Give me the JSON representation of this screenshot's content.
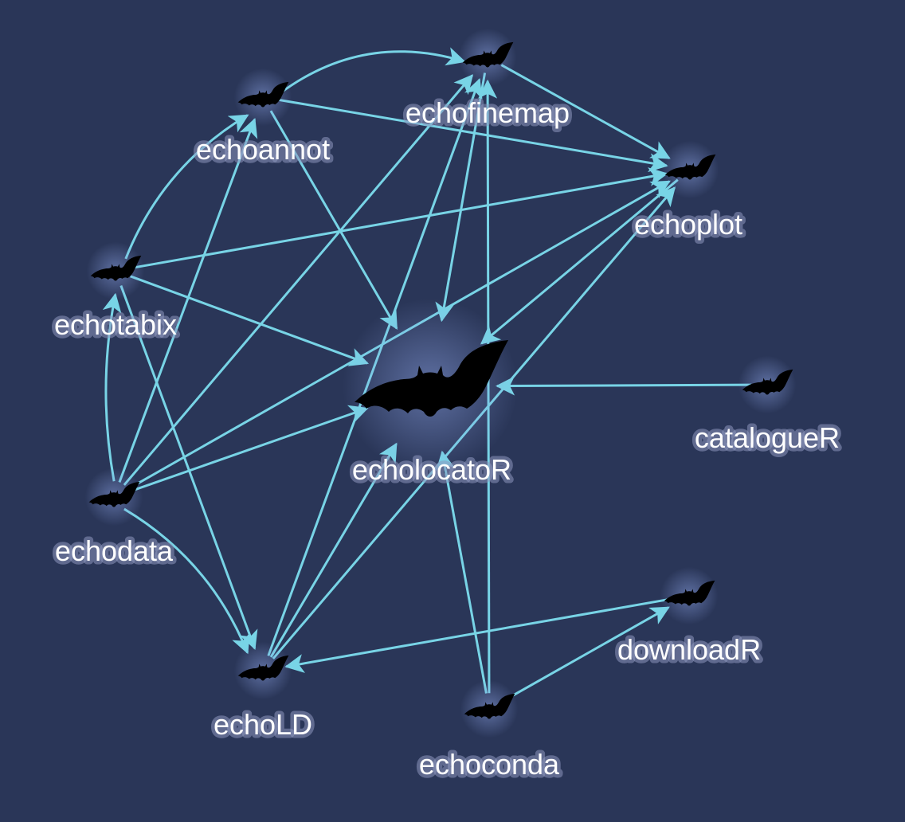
{
  "graph": {
    "background": "#2a3658",
    "edge_color": "#78d4e6",
    "node_glow_color": "#8aa0e0",
    "label_color": "#ffffff",
    "label_halo_color": "#8c96be",
    "node_icon": "bat-icon",
    "nodes": [
      {
        "id": "echolocatoR",
        "label": "echolocatoR"
      },
      {
        "id": "echoannot",
        "label": "echoannot"
      },
      {
        "id": "echofinemap",
        "label": "echofinemap"
      },
      {
        "id": "echoplot",
        "label": "echoplot"
      },
      {
        "id": "echotabix",
        "label": "echotabix"
      },
      {
        "id": "echodata",
        "label": "echodata"
      },
      {
        "id": "echoLD",
        "label": "echoLD"
      },
      {
        "id": "echoconda",
        "label": "echoconda"
      },
      {
        "id": "downloadR",
        "label": "downloadR"
      },
      {
        "id": "catalogueR",
        "label": "catalogueR"
      }
    ],
    "edges": [
      {
        "from": "echoannot",
        "to": "echofinemap"
      },
      {
        "from": "echoannot",
        "to": "echoplot"
      },
      {
        "from": "echoannot",
        "to": "echolocatoR"
      },
      {
        "from": "echotabix",
        "to": "echoannot"
      },
      {
        "from": "echotabix",
        "to": "echoplot"
      },
      {
        "from": "echotabix",
        "to": "echolocatoR"
      },
      {
        "from": "echotabix",
        "to": "echoLD"
      },
      {
        "from": "echodata",
        "to": "echoannot"
      },
      {
        "from": "echodata",
        "to": "echofinemap"
      },
      {
        "from": "echodata",
        "to": "echotabix"
      },
      {
        "from": "echodata",
        "to": "echolocatoR"
      },
      {
        "from": "echodata",
        "to": "echoplot"
      },
      {
        "from": "echodata",
        "to": "echoLD"
      },
      {
        "from": "echofinemap",
        "to": "echoplot"
      },
      {
        "from": "echofinemap",
        "to": "echolocatoR"
      },
      {
        "from": "echoplot",
        "to": "echolocatoR"
      },
      {
        "from": "echoLD",
        "to": "echofinemap"
      },
      {
        "from": "echoLD",
        "to": "echolocatoR"
      },
      {
        "from": "echoLD",
        "to": "echoplot"
      },
      {
        "from": "echoconda",
        "to": "echofinemap"
      },
      {
        "from": "echoconda",
        "to": "echolocatoR"
      },
      {
        "from": "echoconda",
        "to": "downloadR"
      },
      {
        "from": "downloadR",
        "to": "echoLD"
      },
      {
        "from": "catalogueR",
        "to": "echolocatoR"
      }
    ]
  }
}
